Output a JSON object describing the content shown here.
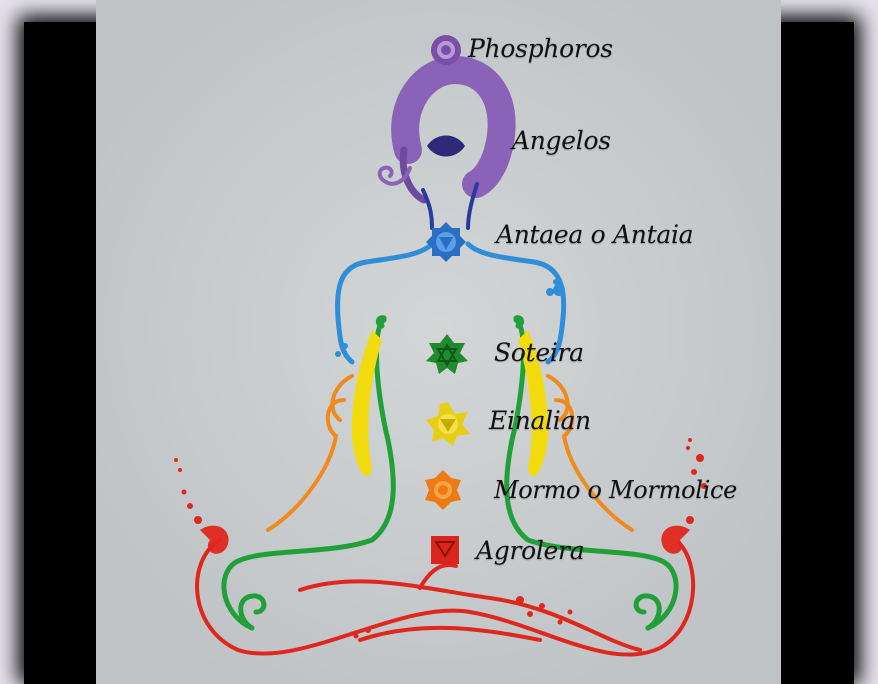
{
  "chakras": [
    {
      "name": "Phosphoros",
      "color": "#7a4fa6",
      "symbol": "crown-chakra-icon"
    },
    {
      "name": "Angelos",
      "color": "#2e2a7a",
      "symbol": "third-eye-chakra-icon"
    },
    {
      "name": "Antaea o Antaia",
      "color": "#2a6fc4",
      "symbol": "throat-chakra-icon"
    },
    {
      "name": "Soteira",
      "color": "#1f8a2e",
      "symbol": "heart-chakra-icon"
    },
    {
      "name": "Einalian",
      "color": "#e6cf12",
      "symbol": "solar-plexus-chakra-icon"
    },
    {
      "name": "Mormo o Mormolice",
      "color": "#ee7a12",
      "symbol": "sacral-chakra-icon"
    },
    {
      "name": "Agrolera",
      "color": "#d8261c",
      "symbol": "root-chakra-icon"
    }
  ],
  "colors": {
    "background": "#c9ccce",
    "vignette": "#000000",
    "hair": "#8a63b8",
    "neck": "#2a4ab0",
    "shoulders": "#2e8ed8",
    "torso": "#21a03a",
    "arms_yellow": "#f2dc10",
    "arms_orange": "#f08a1c",
    "legs": "#e0271e"
  }
}
